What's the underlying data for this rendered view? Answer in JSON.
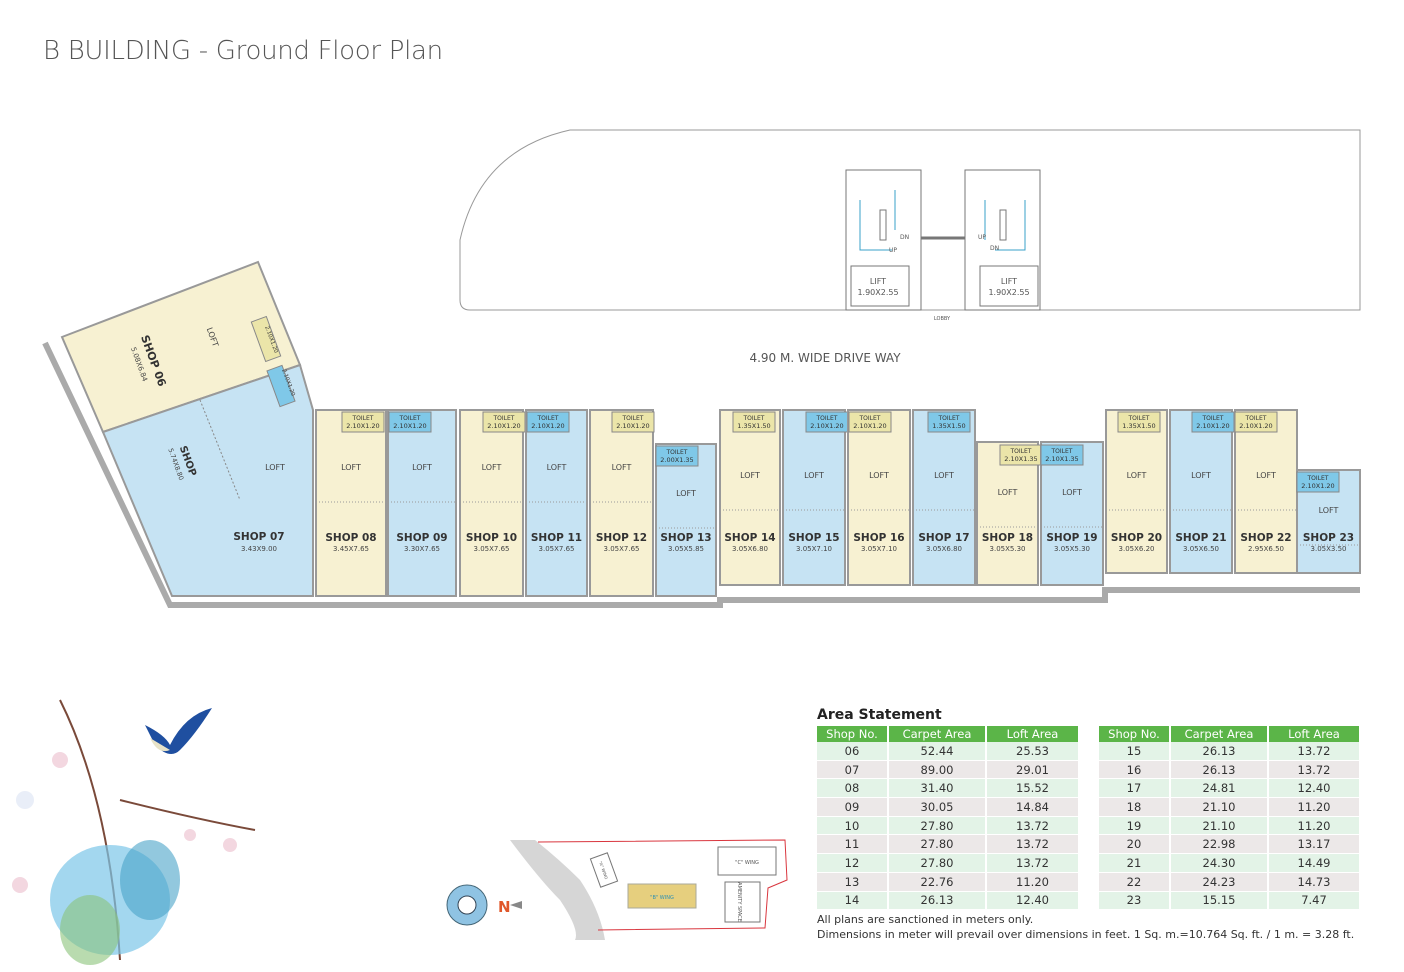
{
  "title": "B BUILDING - Ground Floor Plan",
  "driveway_label": "4.90 M. WIDE DRIVE WAY",
  "lobby_label": "LOBBY",
  "stairs": {
    "up": "UP",
    "down": "DN"
  },
  "lifts": [
    {
      "label": "LIFT",
      "dims": "1.90X2.55"
    },
    {
      "label": "LIFT",
      "dims": "1.90X2.55"
    }
  ],
  "loft_label": "LOFT",
  "shops": [
    {
      "id": "06",
      "name": "SHOP 06",
      "dims": "5.08X6.84",
      "color": "yellow",
      "toilet": {
        "label": "TOILET",
        "dims": "2.10X1.20"
      }
    },
    {
      "id": "07",
      "name": "SHOP 07",
      "dims": "3.43X9.00",
      "alt_name": "SHOP",
      "alt_dims": "5.74X8.80",
      "color": "blue",
      "toilet": {
        "label": "TOILET",
        "dims": "2.10X1.20"
      }
    },
    {
      "id": "08",
      "name": "SHOP 08",
      "dims": "3.45X7.65",
      "color": "yellow",
      "toilet": {
        "label": "TOILET",
        "dims": "2.10X1.20"
      }
    },
    {
      "id": "09",
      "name": "SHOP 09",
      "dims": "3.30X7.65",
      "color": "blue",
      "toilet": {
        "label": "TOILET",
        "dims": "2.10X1.20"
      }
    },
    {
      "id": "10",
      "name": "SHOP 10",
      "dims": "3.05X7.65",
      "color": "yellow",
      "toilet": {
        "label": "TOILET",
        "dims": "2.10X1.20"
      }
    },
    {
      "id": "11",
      "name": "SHOP 11",
      "dims": "3.05X7.65",
      "color": "blue",
      "toilet": {
        "label": "TOILET",
        "dims": "2.10X1.20"
      }
    },
    {
      "id": "12",
      "name": "SHOP 12",
      "dims": "3.05X7.65",
      "color": "yellow",
      "toilet": {
        "label": "TOILET",
        "dims": "2.10X1.20"
      }
    },
    {
      "id": "13",
      "name": "SHOP 13",
      "dims": "3.05X5.85",
      "color": "blue",
      "toilet": {
        "label": "TOILET",
        "dims": "2.00X1.35"
      }
    },
    {
      "id": "14",
      "name": "SHOP 14",
      "dims": "3.05X6.80",
      "color": "yellow",
      "toilet": {
        "label": "TOILET",
        "dims": "1.35X1.50"
      }
    },
    {
      "id": "15",
      "name": "SHOP 15",
      "dims": "3.05X7.10",
      "color": "blue",
      "toilet": {
        "label": "TOILET",
        "dims": "2.10X1.20"
      }
    },
    {
      "id": "16",
      "name": "SHOP 16",
      "dims": "3.05X7.10",
      "color": "yellow",
      "toilet": {
        "label": "TOILET",
        "dims": "2.10X1.20"
      }
    },
    {
      "id": "17",
      "name": "SHOP 17",
      "dims": "3.05X6.80",
      "color": "blue",
      "toilet": {
        "label": "TOILET",
        "dims": "1.35X1.50"
      }
    },
    {
      "id": "18",
      "name": "SHOP 18",
      "dims": "3.05X5.30",
      "color": "yellow",
      "toilet": {
        "label": "TOILET",
        "dims": "2.10X1.35"
      }
    },
    {
      "id": "19",
      "name": "SHOP 19",
      "dims": "3.05X5.30",
      "color": "blue",
      "toilet": {
        "label": "TOILET",
        "dims": "2.10X1.35"
      }
    },
    {
      "id": "20",
      "name": "SHOP 20",
      "dims": "3.05X6.20",
      "color": "yellow",
      "toilet": {
        "label": "TOILET",
        "dims": "1.35X1.50"
      }
    },
    {
      "id": "21",
      "name": "SHOP 21",
      "dims": "3.05X6.50",
      "color": "blue",
      "toilet": {
        "label": "TOILET",
        "dims": "2.10X1.20"
      }
    },
    {
      "id": "22",
      "name": "SHOP 22",
      "dims": "2.95X6.50",
      "color": "yellow",
      "toilet": {
        "label": "TOILET",
        "dims": "2.10X1.20"
      }
    },
    {
      "id": "23",
      "name": "SHOP 23",
      "dims": "3.05X3.50",
      "color": "blue",
      "toilet": {
        "label": "TOILET",
        "dims": "2.10X1.20"
      }
    }
  ],
  "colors": {
    "yellow": "#f7f1d2",
    "blue": "#c6e3f3",
    "toilet_yellow": "#ebe5a9",
    "toilet_blue": "#7fc8e8",
    "header_green": "#5bb548",
    "site_wing": "#e6cf7e",
    "boundary": "#d9363e"
  },
  "key_plan": {
    "a_wing": "\"A\" WING",
    "b_wing": "\"B\" WING",
    "c_wing": "\"C\" WING",
    "amenity": "AMENITY SPACE",
    "north": "N"
  },
  "area_statement": {
    "title": "Area Statement",
    "headers": [
      "Shop No.",
      "Carpet Area",
      "Loft Area"
    ],
    "table1": [
      [
        "06",
        "52.44",
        "25.53"
      ],
      [
        "07",
        "89.00",
        "29.01"
      ],
      [
        "08",
        "31.40",
        "15.52"
      ],
      [
        "09",
        "30.05",
        "14.84"
      ],
      [
        "10",
        "27.80",
        "13.72"
      ],
      [
        "11",
        "27.80",
        "13.72"
      ],
      [
        "12",
        "27.80",
        "13.72"
      ],
      [
        "13",
        "22.76",
        "11.20"
      ],
      [
        "14",
        "26.13",
        "12.40"
      ]
    ],
    "table2": [
      [
        "15",
        "26.13",
        "13.72"
      ],
      [
        "16",
        "26.13",
        "13.72"
      ],
      [
        "17",
        "24.81",
        "12.40"
      ],
      [
        "18",
        "21.10",
        "11.20"
      ],
      [
        "19",
        "21.10",
        "11.20"
      ],
      [
        "20",
        "22.98",
        "13.17"
      ],
      [
        "21",
        "24.30",
        "14.49"
      ],
      [
        "22",
        "24.23",
        "14.73"
      ],
      [
        "23",
        "15.15",
        "7.47"
      ]
    ]
  },
  "notes": [
    "All plans are sanctioned in meters only.",
    "Dimensions in meter will prevail over dimensions in feet. 1 Sq. m.=10.764 Sq. ft. / 1 m. = 3.28 ft."
  ]
}
